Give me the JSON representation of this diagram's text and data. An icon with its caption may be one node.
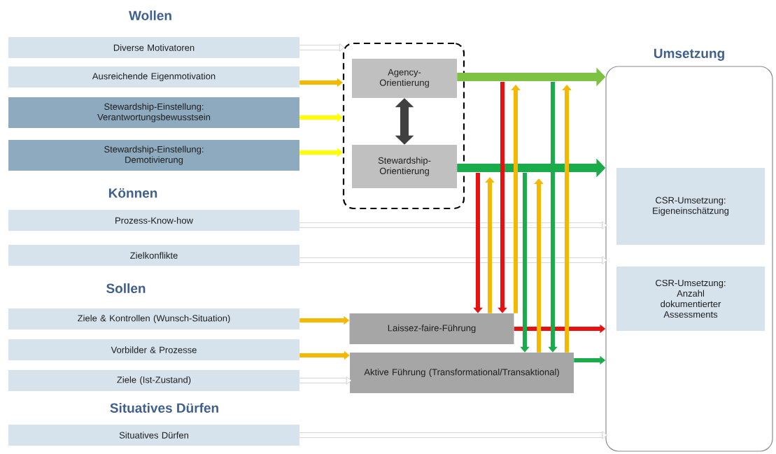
{
  "diagram": {
    "nodes": [
      {
        "text": [
          "Diverse Motivatoren"
        ]
      },
      {
        "text": [
          "Ausreichende Eigenmotivation"
        ]
      },
      {
        "text": [
          "Stewardship-Einstellung: Verantwortungsbewusstsein"
        ]
      },
      {
        "text": [
          "Stewardship-Einstellung: Demotivierung"
        ]
      },
      {
        "text": [
          "Prozess-Know-how"
        ]
      },
      {
        "text": [
          "Zielkonflikte"
        ]
      },
      {
        "text": [
          "Ziele & Kontrollen (Wunsch-Situation)"
        ]
      },
      {
        "text": [
          "Vorbilder & Prozesse"
        ]
      },
      {
        "text": [
          "Ziele (Ist-Zustand)"
        ]
      },
      {
        "text": [
          "Situatives Dürfen"
        ]
      },
      {
        "text": [],
        "shape": "box"
      },
      {
        "text": [
          "Agency-Orientierung"
        ],
        "in": 10
      },
      {
        "text": [
          "Stewardship-Orientierung"
        ],
        "in": 10
      },
      {
        "text": [
          "Laissez-faire-Führung"
        ]
      },
      {
        "text": [
          "Aktive Führung (Transformational/Transaktional)"
        ]
      },
      {
        "text": [
          "Umsetzung"
        ]
      },
      {
        "text": [
          "CSR-Umsetzung: Eigeneinschätzung"
        ],
        "in": 15
      },
      {
        "text": [
          "CSR-Umsetzung: Anzahl dokumentierter Assessments"
        ],
        "in": 15
      }
    ],
    "edges": [
      {
        "from": 0,
        "to": 10,
        "arrow": "to",
        "color": "#c8c8c8"
      },
      {
        "from": 1,
        "to": 10,
        "arrow": "to"
      },
      {
        "from": 2,
        "to": 10,
        "arrow": "to",
        "color": "#ffff00"
      },
      {
        "from": 3,
        "to": 10,
        "arrow": "to",
        "color": "#ffff00"
      },
      {
        "from": 11,
        "to": 12,
        "arrow": "both",
        "style": "thick",
        "color": "#404040"
      },
      {
        "from": 11,
        "to": 15,
        "arrow": "to",
        "style": "thick",
        "color": "#7dc242"
      },
      {
        "from": 12,
        "to": 15,
        "arrow": "to",
        "style": "thick",
        "color": "#1aab4b"
      },
      {
        "from": 4,
        "to": 15,
        "arrow": "to",
        "color": "#c8c8c8"
      },
      {
        "from": 5,
        "to": 15,
        "arrow": "to",
        "color": "#c8c8c8"
      },
      {
        "from": 6,
        "to": 13,
        "arrow": "to"
      },
      {
        "from": 7,
        "to": 14,
        "arrow": "to"
      },
      {
        "from": 8,
        "to": 14,
        "arrow": "to",
        "color": "#c8c8c8"
      },
      {
        "from": 9,
        "to": 15,
        "arrow": "to",
        "color": "#c8c8c8"
      },
      {
        "from": null,
        "to": 13,
        "arrow": "to",
        "color": "#e81010"
      },
      {
        "from": null,
        "to": 13,
        "arrow": "to",
        "color": "#e81010"
      },
      {
        "from": 13,
        "to": null,
        "arrow": "to"
      },
      {
        "from": 13,
        "to": null,
        "arrow": "to"
      },
      {
        "from": null,
        "to": 14,
        "arrow": "to",
        "color": "#1aab4b"
      },
      {
        "from": null,
        "to": 14,
        "arrow": "to",
        "color": "#1aab4b"
      },
      {
        "from": 14,
        "to": null,
        "arrow": "to"
      },
      {
        "from": 14,
        "to": null,
        "arrow": "to"
      },
      {
        "from": 13,
        "to": 15,
        "arrow": "to",
        "color": "#e81010"
      },
      {
        "from": 14,
        "to": 15,
        "arrow": "to",
        "color": "#1aab4b"
      }
    ],
    "labels": [
      "Wollen",
      "Können",
      "Sollen",
      "Situatives Dürfen"
    ]
  }
}
